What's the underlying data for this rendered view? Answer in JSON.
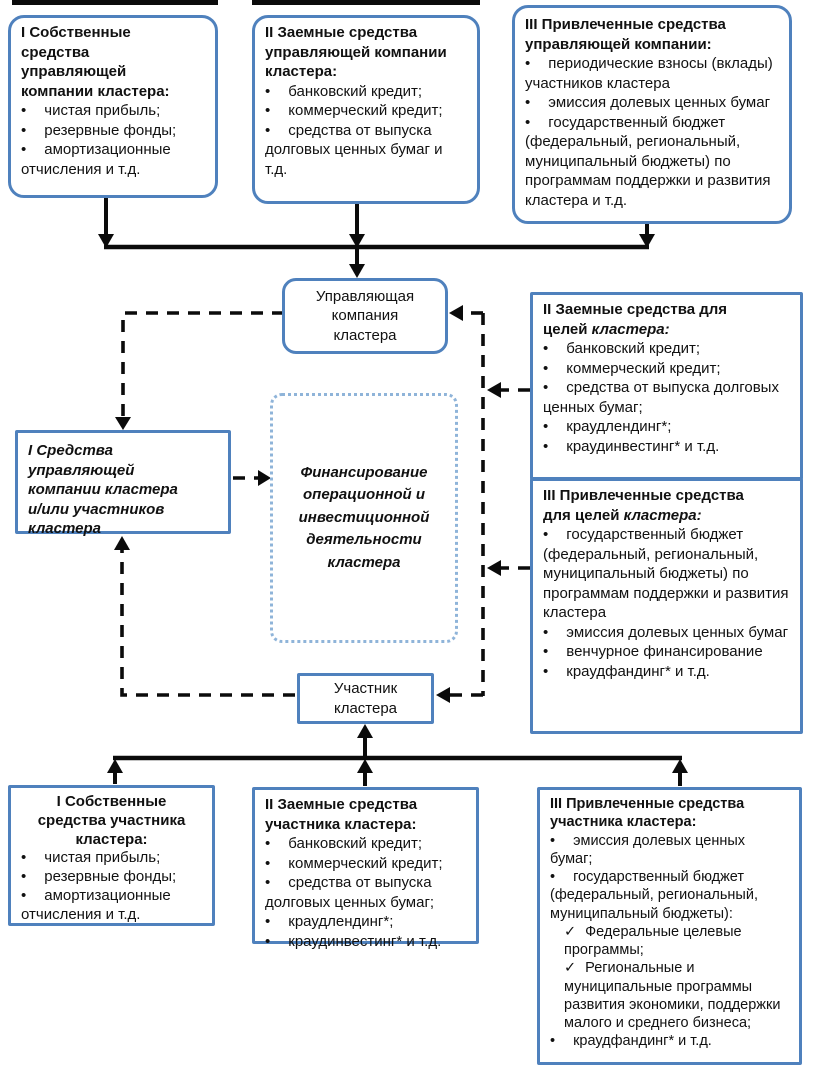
{
  "colors": {
    "box_border": "#4f81bd",
    "dotted_border": "#8fb4d9",
    "connector": "#0b0b0b",
    "background": "#ffffff"
  },
  "markers": {
    "bullet": "•",
    "check": "✓"
  },
  "diagram": {
    "top_boxes": [
      {
        "title": "I Собственные\nсредства\nуправляющей\nкомпании кластера:",
        "items": [
          {
            "marker": "bullet",
            "text": "чистая прибыль;"
          },
          {
            "marker": "bullet",
            "text": "резервные фонды;"
          },
          {
            "marker": "bullet",
            "text": "амортизационные отчисления  и т.д."
          }
        ]
      },
      {
        "title": "II Заемные средства\nуправляющей компании\nкластера:",
        "items": [
          {
            "marker": "bullet",
            "text": "банковский кредит;"
          },
          {
            "marker": "bullet",
            "text": "коммерческий кредит;"
          },
          {
            "marker": "bullet",
            "text": "средства от выпуска долговых ценных бумаг и т.д."
          }
        ]
      },
      {
        "title": "III Привлеченные средства\nуправляющей компании:",
        "items": [
          {
            "marker": "bullet",
            "text": "периодические взносы (вклады) участников кластера"
          },
          {
            "marker": "bullet",
            "text": "эмиссия долевых ценных бумаг"
          },
          {
            "marker": "bullet",
            "text": "государственный бюджет (федеральный, региональный, муниципальный бюджеты) по программам поддержки и развития кластера и т.д."
          }
        ]
      }
    ],
    "management_company": {
      "label": "Управляющая\nкомпания\nкластера"
    },
    "funds_box": {
      "label": "I Средства\nуправляющей\nкомпании кластера\nи/или участников\nкластера"
    },
    "financing_box": {
      "label": "Финансирование\nоперационной и\nинвестиционной\nдеятельности\nкластера"
    },
    "participant": {
      "label": "Участник\nкластера"
    },
    "right_boxes": [
      {
        "title": "II Заемные средства для\nцелей ",
        "title_italic": "кластера:",
        "items": [
          {
            "marker": "bullet",
            "text": "банковский кредит;"
          },
          {
            "marker": "bullet",
            "text": "коммерческий кредит;"
          },
          {
            "marker": "bullet",
            "text": "средства от выпуска долговых ценных бумаг;"
          },
          {
            "marker": "bullet",
            "text": "краудлендинг*;"
          },
          {
            "marker": "bullet",
            "text": "краудинвестинг* и т.д."
          }
        ]
      },
      {
        "title": "III Привлеченные средства\nдля целей ",
        "title_italic": "кластера:",
        "items": [
          {
            "marker": "bullet",
            "text": "государственный бюджет (федеральный, региональный, муниципальный бюджеты) по программам поддержки и развития кластера"
          },
          {
            "marker": "bullet",
            "text": "эмиссия долевых ценных бумаг"
          },
          {
            "marker": "bullet",
            "text": "венчурное финансирование"
          },
          {
            "marker": "bullet",
            "text": "краудфандинг* и т.д."
          }
        ]
      }
    ],
    "bottom_boxes": [
      {
        "title": "I Собственные\nсредства участника\nкластера:",
        "items": [
          {
            "marker": "bullet",
            "text": "чистая прибыль;"
          },
          {
            "marker": "bullet",
            "text": "резервные фонды;"
          },
          {
            "marker": "bullet",
            "text": "амортизационные отчисления и т.д."
          }
        ]
      },
      {
        "title": "II Заемные средства\nучастника кластера:",
        "items": [
          {
            "marker": "bullet",
            "text": "банковский кредит;"
          },
          {
            "marker": "bullet",
            "text": "коммерческий кредит;"
          },
          {
            "marker": "bullet",
            "text": "средства от выпуска долговых ценных бумаг;"
          },
          {
            "marker": "bullet",
            "text": "краудлендинг*;"
          },
          {
            "marker": "bullet",
            "text": "краудинвестинг* и т.д."
          }
        ]
      },
      {
        "title": "III Привлеченные средства\nучастника кластера:",
        "items": [
          {
            "marker": "bullet",
            "text": "эмиссия долевых ценных бумаг;"
          },
          {
            "marker": "bullet",
            "text": "государственный бюджет (федеральный, региональный, муниципальный бюджеты):"
          },
          {
            "marker": "check",
            "text": "Федеральные целевые программы;"
          },
          {
            "marker": "check",
            "text": "Региональные  и муниципальные программы развития экономики, поддержки малого и среднего бизнеса;"
          },
          {
            "marker": "bullet",
            "text": "краудфандинг* и т.д."
          }
        ]
      }
    ]
  }
}
